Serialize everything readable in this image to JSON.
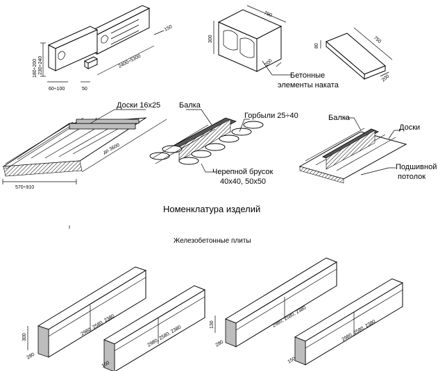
{
  "labels": {
    "blocks_caption_line1": "Бетонные",
    "blocks_caption_line2": "элементы наката",
    "boards_label": "Доски 16х25",
    "beam_label_mid": "Балка",
    "slabs_label": "Горбыли 25÷40",
    "cranial_bar_line1": "Черепной брусок",
    "cranial_bar_line2": "40х40, 50х50",
    "beam_label_right": "Балка",
    "boards_label_right": "Доски",
    "ceiling_line1": "Подшивной",
    "ceiling_line2": "потолок",
    "section_title": "Номенклатура изделий",
    "subsection_title": "Железобетонные плиты"
  },
  "dimensions": {
    "block1_height": "180÷200",
    "block1_height2": "230÷240",
    "block1_width": "60÷100",
    "block1_small": "50",
    "block1_depth": "150",
    "block1_length": "2400÷5300",
    "block2_length": "790",
    "block2_height": "300",
    "block2_width": "200",
    "block3_length": "750",
    "block3_height": "80",
    "block3_width": "200",
    "panel_length": "до 3600",
    "panel_width": "570÷910",
    "rib_height": "300",
    "rib_base": "280",
    "rib_lengths": "2980, 2580, 2380",
    "rib_base2": "150",
    "rib_height2": "130"
  }
}
